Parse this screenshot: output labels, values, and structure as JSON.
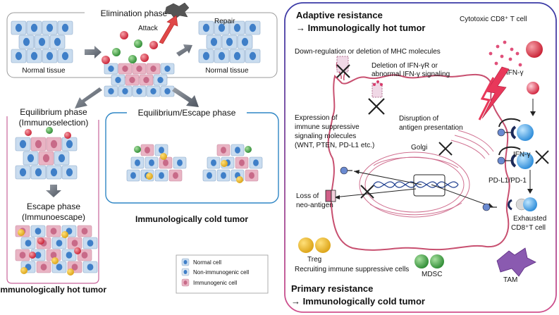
{
  "left": {
    "elimination_phase": "Elimination phase",
    "attack": "Attack",
    "repair": "Repair",
    "normal_tissue_left": "Normal tissue",
    "normal_tissue_right": "Normal tissue",
    "equilibrium_phase_1": "Equilibrium phase",
    "equilibrium_phase_2": "(Immunoselection)",
    "escape_phase_1": "Escape phase",
    "escape_phase_2": "(Immunoescape)",
    "equilibrium_escape_phase": "Equilibrium/Escape phase",
    "hot_tumor": "Immunologically hot tumor",
    "cold_tumor": "Immunologically cold tumor",
    "legend": {
      "normal": "Normal cell",
      "non_immunogenic": "Non-immunogenic cell",
      "immunogenic": "Immunogenic cell"
    }
  },
  "right": {
    "adaptive_1": "Adaptive resistance",
    "adaptive_2": "→ Immunologically hot tumor",
    "cd8_t_cell": "Cytotoxic CD8⁺ T cell",
    "mhc": "Down-regulation or deletion of MHC molecules",
    "ifn_r_1": "Deletion of IFN-γR or",
    "ifn_r_2": "abnormal IFN-γ signaling",
    "ifn_gamma": "IFN-γ",
    "ifn_gamma_2": "IFN-γ",
    "expr_1": "Expression of",
    "expr_2": "immune suppressive",
    "expr_3": "signaling molecules",
    "expr_4": "(WNT, PTEN, PD-L1 etc.)",
    "disrupt_1": "Disruption of",
    "disrupt_2": "antigen presentation",
    "golgi": "Golgi",
    "pdl1": "PD-L1/PD-1",
    "loss_1": "Loss of",
    "loss_2": "neo-antigen",
    "exhausted_1": "Exhausted",
    "exhausted_2": "CD8⁺T cell",
    "treg": "Treg",
    "recruiting": "Recruiting immune suppressive cells",
    "mdsc": "MDSC",
    "tam": "TAM",
    "primary_1": "Primary resistance",
    "primary_2": "→ Immunologically cold tumor"
  },
  "colors": {
    "normal_cell": "#c9dcef",
    "nucleus": "#3f7fc8",
    "immunogenic_cell": "#e9b4c4",
    "hot_frame": "#c8649a",
    "cold_frame": "#2f86c5",
    "right_frame_top": "#3a3aa6",
    "right_frame_bottom": "#d0508c",
    "membrane": "#c85070",
    "red_cell": "#d0283c",
    "green_cell": "#3a9a3a",
    "yellow_cell": "#e6b020"
  }
}
